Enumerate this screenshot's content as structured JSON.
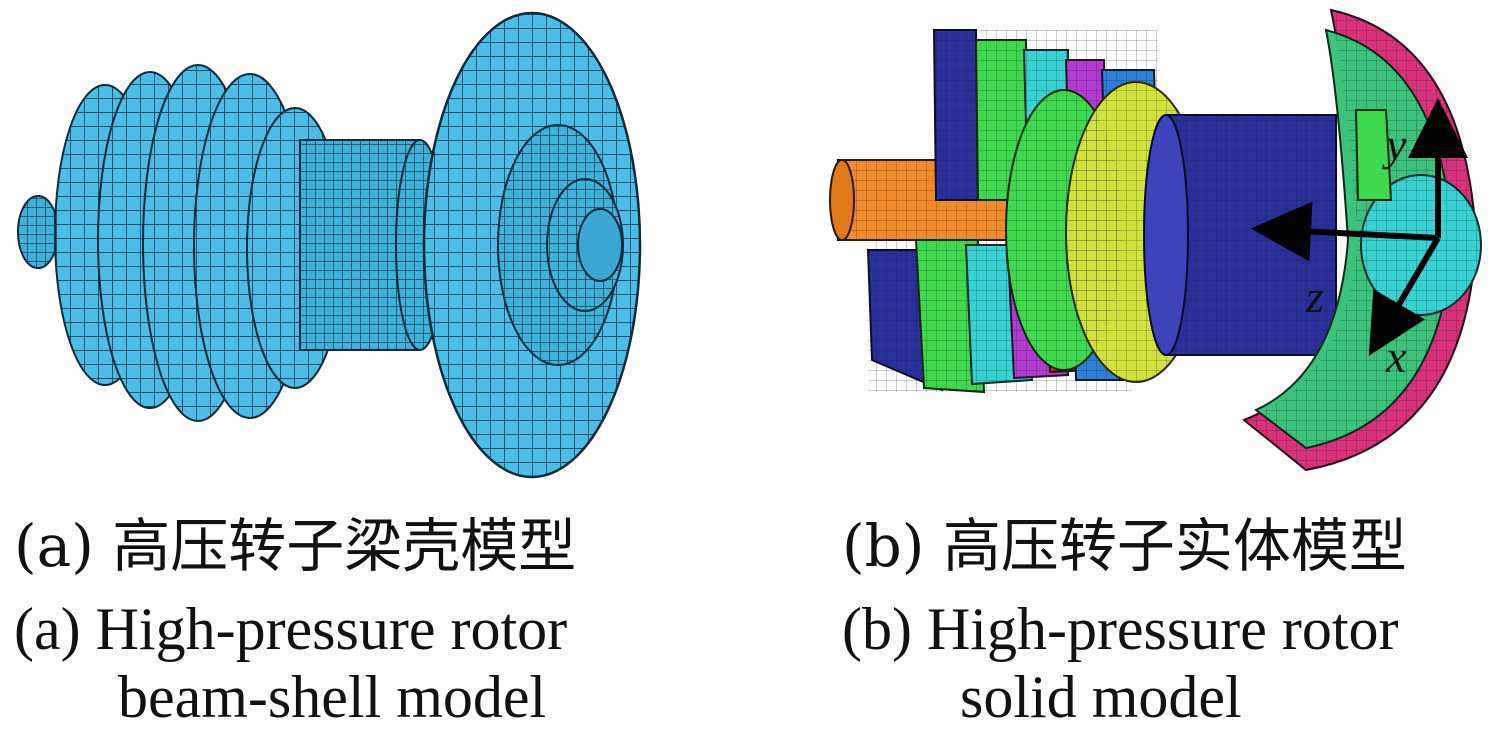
{
  "panels": [
    {
      "id": "a",
      "caption_cn": "(a)  高压转子梁壳模型",
      "caption_en_line1": "(a)  High-pressure rotor",
      "caption_en_line2": "beam-shell model",
      "color": "#4bbde6"
    },
    {
      "id": "b",
      "caption_cn": "(b)  高压转子实体模型",
      "caption_en_line1": "(b)  High-pressure rotor",
      "caption_en_line2": "solid model",
      "axes": {
        "x": "x",
        "y": "y",
        "z": "z"
      },
      "colors": [
        "#2b2f9a",
        "#3fd84f",
        "#38d2d2",
        "#b23bd2",
        "#d2e23c",
        "#2f7fd9",
        "#f08a2a",
        "#d9327a",
        "#3cc27a"
      ]
    }
  ]
}
